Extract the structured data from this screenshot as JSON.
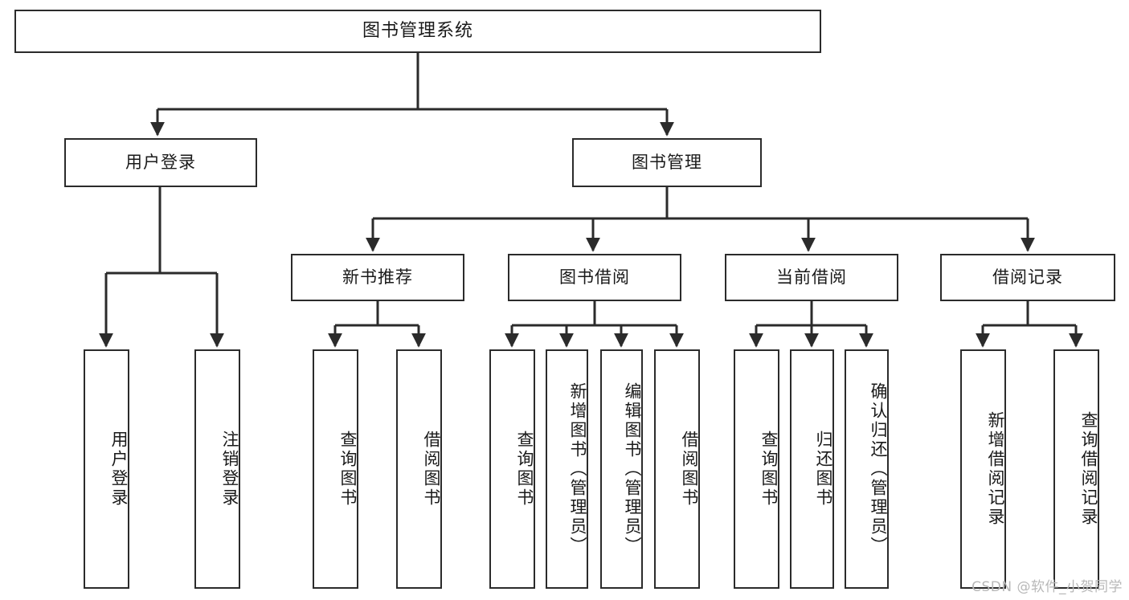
{
  "diagram": {
    "type": "tree-flowchart",
    "title_node": "图书管理系统",
    "orientation": "top-down",
    "colors": {
      "node_border": "#2b2b2b",
      "node_fill": "#ffffff",
      "edge": "#2b2b2b",
      "text": "#1a1a1a",
      "watermark": "#b8b8b8",
      "background": "#ffffff"
    },
    "levels": {
      "root": {
        "label": "图书管理系统"
      },
      "level2": [
        {
          "id": "user-login",
          "label": "用户登录"
        },
        {
          "id": "book-manage",
          "label": "图书管理"
        }
      ],
      "level3": [
        {
          "id": "new-book-recommend",
          "label": "新书推荐",
          "parent": "book-manage"
        },
        {
          "id": "book-borrow",
          "label": "图书借阅",
          "parent": "book-manage"
        },
        {
          "id": "current-borrow",
          "label": "当前借阅",
          "parent": "book-manage"
        },
        {
          "id": "borrow-record",
          "label": "借阅记录",
          "parent": "book-manage"
        }
      ],
      "leaves": {
        "user-login": [
          {
            "id": "leaf-user-login",
            "label": "用户登录"
          },
          {
            "id": "leaf-logout-login",
            "label": "注销登录"
          }
        ],
        "new-book-recommend": [
          {
            "id": "leaf-query-book-1",
            "label": "查询图书"
          },
          {
            "id": "leaf-borrow-book-1",
            "label": "借阅图书"
          }
        ],
        "book-borrow": [
          {
            "id": "leaf-query-book-2",
            "label": "查询图书"
          },
          {
            "id": "leaf-add-book",
            "label": "新增图书（管理员）"
          },
          {
            "id": "leaf-edit-book",
            "label": "编辑图书（管理员）"
          },
          {
            "id": "leaf-borrow-book-2",
            "label": "借阅图书"
          }
        ],
        "current-borrow": [
          {
            "id": "leaf-query-book-3",
            "label": "查询图书"
          },
          {
            "id": "leaf-return-book",
            "label": "归还图书"
          },
          {
            "id": "leaf-confirm-return",
            "label": "确认归还（管理员）"
          }
        ],
        "borrow-record": [
          {
            "id": "leaf-add-record",
            "label": "新增借阅记录"
          },
          {
            "id": "leaf-query-record",
            "label": "查询借阅记录"
          }
        ]
      }
    }
  },
  "watermark": {
    "text": "CSDN @软件_小贺同学"
  }
}
